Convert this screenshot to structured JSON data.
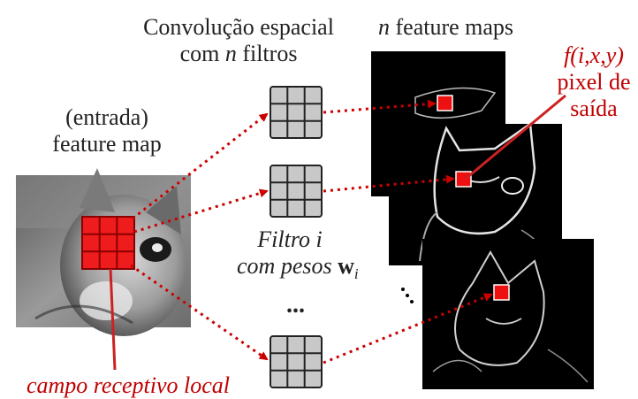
{
  "labels": {
    "conv_line1": "Convolução espacial",
    "conv_line2_prefix": "com ",
    "conv_line2_var": "n",
    "conv_line2_suffix": " filtros",
    "maps_var": "n",
    "maps_text": " feature maps",
    "input_line1": "(entrada)",
    "input_line2": "feature map",
    "filter_line1": "Filtro i",
    "filter_line2_text": "com pesos ",
    "filter_weight": "w",
    "filter_weight_sub": "i",
    "ellipsis": "...",
    "output_func": "f(i,x,y)",
    "output_line2": "pixel de",
    "output_line3": "saída",
    "receptive_field": "campo receptivo local"
  },
  "colors": {
    "accent_red": "#cc0000",
    "filter_fill": "#c8c8c8",
    "map_background": "#000000"
  }
}
